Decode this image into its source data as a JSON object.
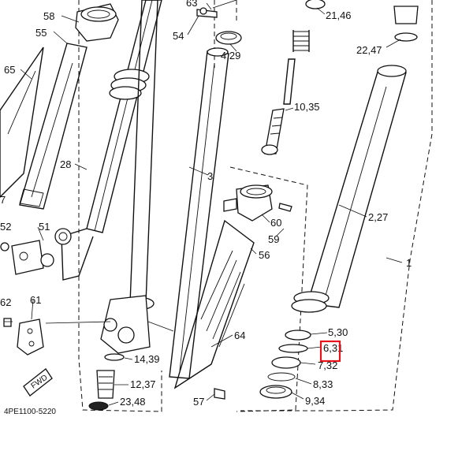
{
  "diagram": {
    "labels": {
      "l58": "58",
      "l55": "55",
      "l65": "65",
      "l28": "28",
      "l7": "7",
      "l52": "52",
      "l51": "51",
      "l62": "62",
      "l61": "61",
      "l63": "63",
      "l54": "54",
      "l4_29": "4,29",
      "l3": "3",
      "l21_46": "21,46",
      "l22_47": "22,47",
      "l10_35": "10,35",
      "l2_27": "2,27",
      "l1": "1",
      "l60": "60",
      "l59": "59",
      "l56": "56",
      "l64": "64",
      "l14_39": "14,39",
      "l12_37": "12,37",
      "l23_48": "23,48",
      "l57": "57",
      "l5_30": "5,30",
      "l6_31": "6,31",
      "l7_32": "7,32",
      "l8_33": "8,33",
      "l9_34": "9,34"
    },
    "part_code": "4PE1100-5220",
    "fwd_badge": "FWD",
    "highlight_color": "#e8141b"
  }
}
